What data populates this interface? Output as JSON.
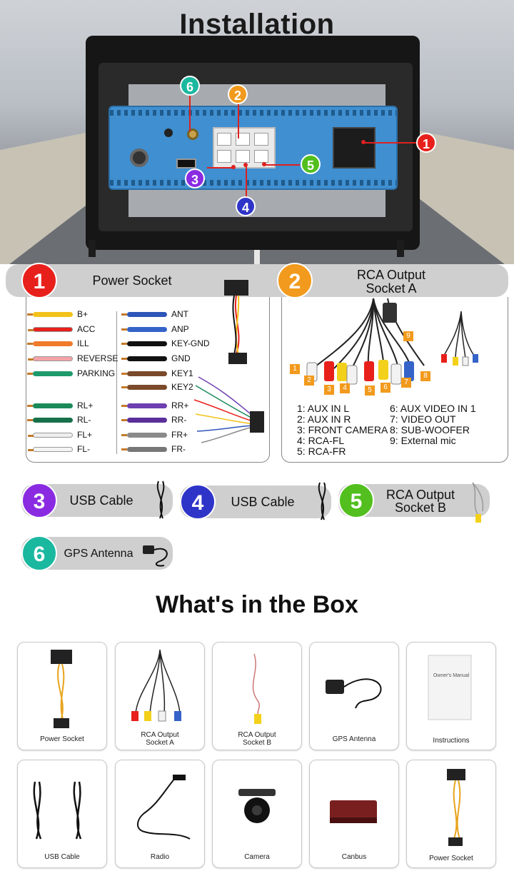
{
  "header": {
    "title": "Installation"
  },
  "photo": {
    "callouts": [
      "1",
      "2",
      "3",
      "4",
      "5",
      "6"
    ],
    "colors": {
      "1": "#e8201b",
      "2": "#f29a1d",
      "3": "#8a2be2",
      "4": "#2f34c9",
      "5": "#52bf1e",
      "6": "#1bb8a0"
    }
  },
  "sections": {
    "power": {
      "number": "1",
      "label": "Power Socket",
      "left_wires": [
        {
          "label": "B+",
          "color": "#f3c21b"
        },
        {
          "label": "ACC",
          "color": "#e8201b"
        },
        {
          "label": "ILL",
          "color": "#f07a2c"
        },
        {
          "label": "REVERSE",
          "color": "#f4a3a8"
        },
        {
          "label": "PARKING",
          "color": "#1f9a6d"
        },
        {
          "label": "RL+",
          "color": "#1a8a5a"
        },
        {
          "label": "RL-",
          "color": "#17704a"
        },
        {
          "label": "FL+",
          "color": "#eeeeee"
        },
        {
          "label": "FL-",
          "color": "#f4f4f4"
        }
      ],
      "right_wires": [
        {
          "label": "ANT",
          "color": "#2e55b8"
        },
        {
          "label": "ANP",
          "color": "#3563c8"
        },
        {
          "label": "KEY-GND",
          "color": "#111111"
        },
        {
          "label": "GND",
          "color": "#111111"
        },
        {
          "label": "KEY1",
          "color": "#7a4a2a"
        },
        {
          "label": "KEY2",
          "color": "#7a4a2a"
        },
        {
          "label": "RR+",
          "color": "#6d3fb0"
        },
        {
          "label": "RR-",
          "color": "#5a2f9a"
        },
        {
          "label": "FR+",
          "color": "#8a8a8a"
        },
        {
          "label": "FR-",
          "color": "#777777"
        }
      ]
    },
    "rca_a": {
      "number": "2",
      "label_line1": "RCA Output",
      "label_line2": "Socket A",
      "legend_left": [
        "1: AUX IN L",
        "2: AUX IN R",
        "3: FRONT CAMERA",
        "4: RCA-FL",
        "5: RCA-FR"
      ],
      "legend_right": [
        "6: AUX VIDEO IN 1",
        "7: VIDEO OUT",
        "8: SUB-WOOFER",
        "9: External mic"
      ],
      "plug_tags": [
        "1",
        "2",
        "3",
        "4",
        "5",
        "6",
        "7",
        "8",
        "9"
      ]
    },
    "usb3": {
      "number": "3",
      "label": "USB Cable"
    },
    "usb4": {
      "number": "4",
      "label": "USB Cable"
    },
    "rca_b": {
      "number": "5",
      "label_line1": "RCA Output",
      "label_line2": "Socket B"
    },
    "gps": {
      "number": "6",
      "label": "GPS Antenna"
    }
  },
  "box": {
    "title": "What's in the Box",
    "items": [
      {
        "label1": "Power Socket",
        "label2": ""
      },
      {
        "label1": "RCA Output",
        "label2": "Socket A"
      },
      {
        "label1": "RCA Output",
        "label2": "Socket B"
      },
      {
        "label1": "GPS Antenna",
        "label2": ""
      },
      {
        "label1": "Instructions",
        "label2": ""
      },
      {
        "label1": "USB Cable",
        "label2": ""
      },
      {
        "label1": "Radio",
        "label2": ""
      },
      {
        "label1": "Camera",
        "label2": ""
      },
      {
        "label1": "Canbus",
        "label2": ""
      },
      {
        "label1": "Power Socket",
        "label2": ""
      }
    ],
    "manual_text": "Owner's Manual"
  }
}
